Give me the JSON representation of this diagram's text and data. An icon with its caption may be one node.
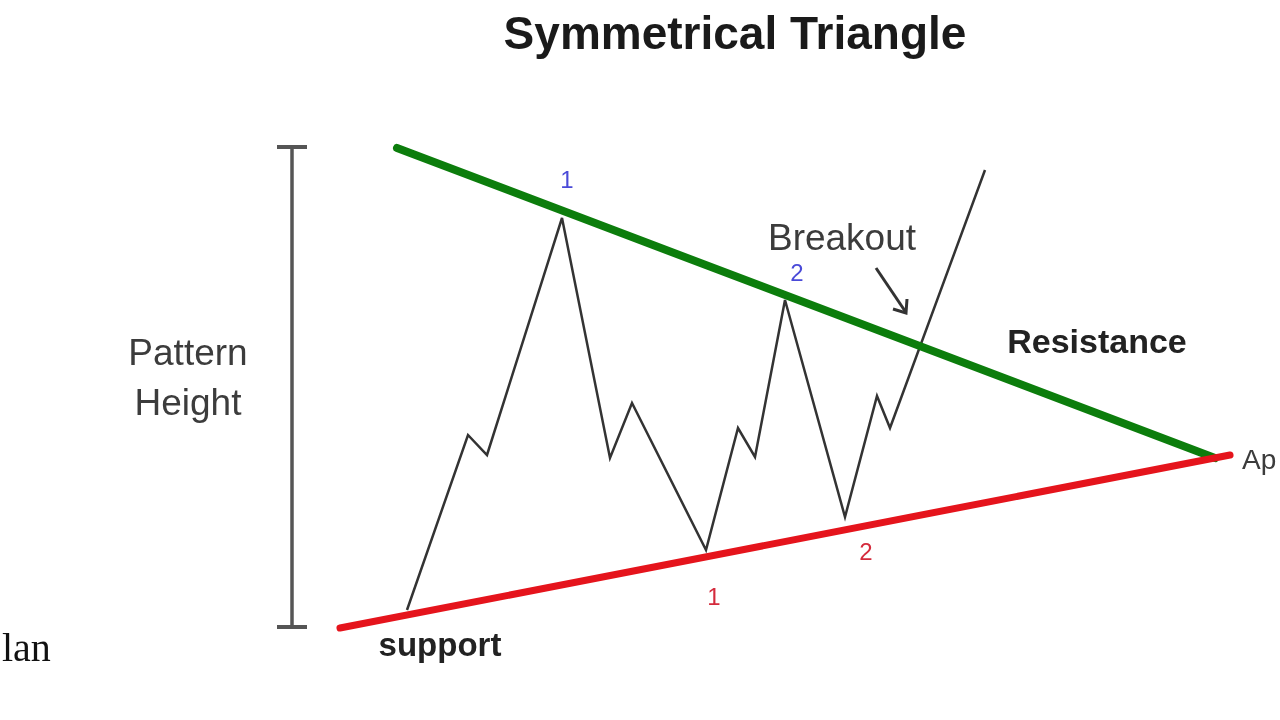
{
  "diagram": {
    "title": "Symmetrical Triangle",
    "labels": [
      "1",
      "Breakout",
      "2",
      "Resistance",
      "Pattern Height",
      "Ap",
      "2",
      "1",
      "support",
      "lan"
    ]
  }
}
